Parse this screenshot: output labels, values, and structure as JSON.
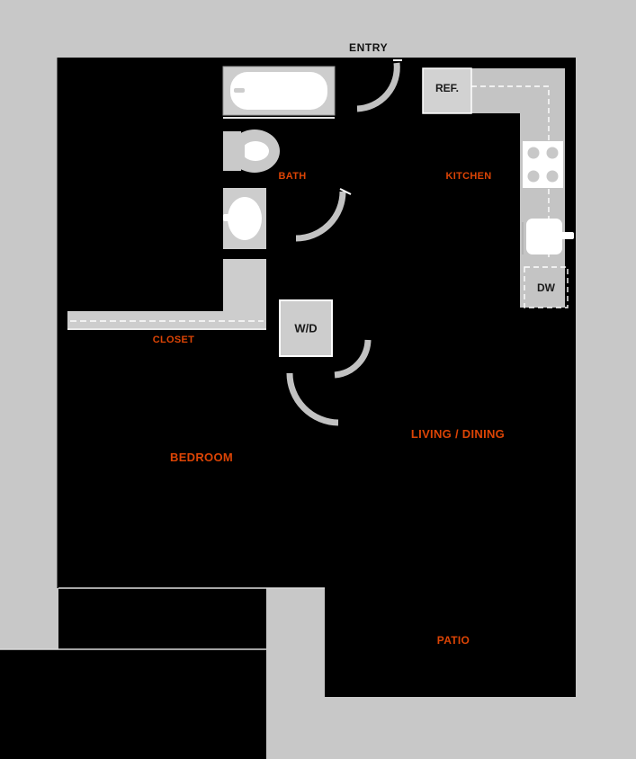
{
  "plan": {
    "title": "ENTRY",
    "background_color": "#c8c8c8",
    "unit_fill_color": "#000000",
    "fixture_color": "#cccccc",
    "label_color": "#dc4405",
    "appliance_label_color": "#1a1a1a"
  },
  "labels": {
    "entry": "ENTRY",
    "bath": "BATH",
    "kitchen": "KITCHEN",
    "closet": "CLOSET",
    "bedroom": "BEDROOM",
    "living": "LIVING / DINING",
    "patio": "PATIO"
  },
  "appliances": {
    "refrigerator": "REF.",
    "dishwasher": "DW",
    "washer_dryer": "W/D"
  },
  "fixtures": [
    {
      "name": "bathtub",
      "type": "tub"
    },
    {
      "name": "toilet",
      "type": "toilet"
    },
    {
      "name": "vanity-sink",
      "type": "vanity"
    },
    {
      "name": "kitchen-sink",
      "type": "sink"
    },
    {
      "name": "range-cooktop",
      "type": "range",
      "burners": 4
    },
    {
      "name": "closet-shelf",
      "type": "shelf"
    }
  ],
  "doors": [
    {
      "name": "entry-door",
      "swing": "arc"
    },
    {
      "name": "bath-door",
      "swing": "arc"
    },
    {
      "name": "laundry-door",
      "swing": "arc"
    },
    {
      "name": "bedroom-door",
      "swing": "arc"
    }
  ]
}
